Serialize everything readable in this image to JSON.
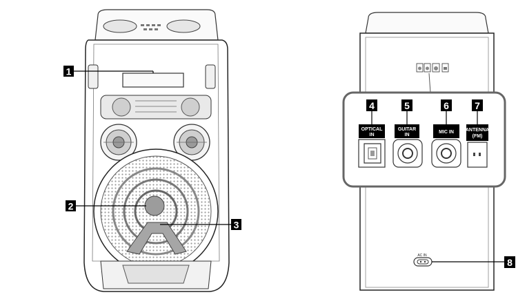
{
  "callouts": {
    "c1": "1",
    "c2": "2",
    "c3": "3",
    "c4": "4",
    "c5": "5",
    "c6": "6",
    "c7": "7",
    "c8": "8"
  },
  "ports": {
    "optical": {
      "line1": "OPTICAL",
      "line2": "IN"
    },
    "guitar": {
      "line1": "GUITAR",
      "line2": "IN"
    },
    "mic": {
      "line1": "MIC IN"
    },
    "antenna": {
      "line1": "ANTENNA",
      "line2": "(FM)"
    }
  },
  "rear_panel": {
    "ac_in": "AC IN"
  }
}
